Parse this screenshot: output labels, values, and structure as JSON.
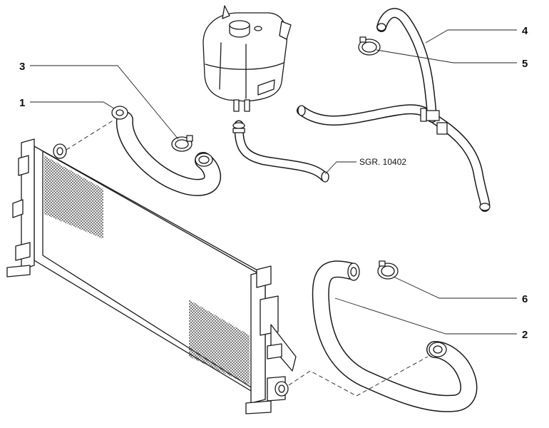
{
  "callouts": {
    "c1": "1",
    "c2": "2",
    "c3": "3",
    "c4": "4",
    "c5": "5",
    "c6": "6"
  },
  "reference": "SGR. 10402",
  "colors": {
    "line": "#1a1a1a",
    "hose_fill": "#ffffff",
    "background": "#ffffff"
  }
}
